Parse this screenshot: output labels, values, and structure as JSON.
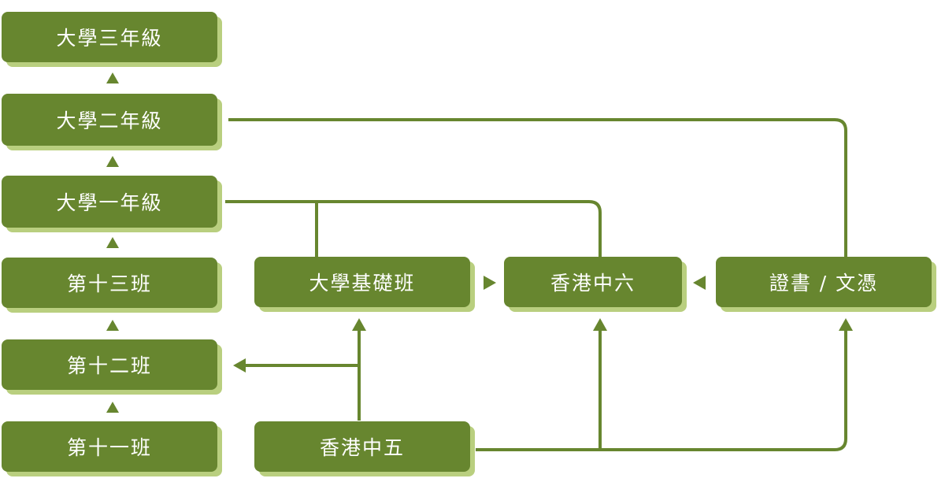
{
  "colors": {
    "node_fill": "#67862f",
    "node_shadow": "#b9cf7f",
    "line": "#67862f",
    "text": "#ffffff"
  },
  "nodes": {
    "year3": "大學三年級",
    "year2": "大學二年級",
    "year1": "大學一年級",
    "form13": "第十三班",
    "form12": "第十二班",
    "form11": "第十一班",
    "foundation": "大學基礎班",
    "s6": "香港中六",
    "certificate": "證書 / 文憑",
    "s5": "香港中五"
  }
}
